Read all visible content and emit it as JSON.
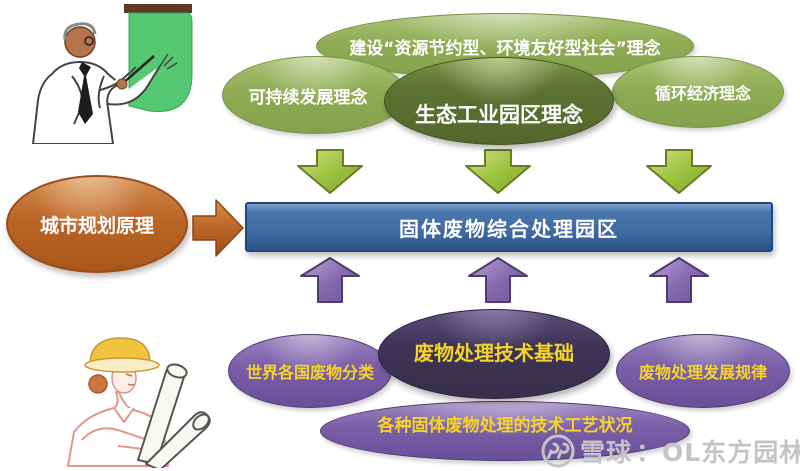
{
  "diagram": {
    "top": {
      "banner": "建设“资源节约型、环境友好型社会”理念",
      "left": "可持续发展理念",
      "center": "生态工业园区理念",
      "right": "循环经济理念"
    },
    "middle": {
      "input": "城市规划原理",
      "bar": "固体废物综合处理园区"
    },
    "bottom": {
      "center": "废物处理技术基础",
      "left": "世界各国废物分类",
      "right": "废物处理发展规律",
      "banner": "各种固体废物处理的技术工艺状况"
    },
    "colors": {
      "light_green": "#8FAC55",
      "dark_green": "#5C7233",
      "green_arrow": "#9CC43F",
      "blue_bar": "#40699F",
      "orange": "#BC6526",
      "light_purple": "#7A5EA8",
      "dark_purple": "#3E3456",
      "purple_arrow": "#8A6CB0",
      "yellow_text": "#F5D328"
    }
  },
  "watermark": {
    "brand": "雪球",
    "account": "：OL东方园林"
  }
}
